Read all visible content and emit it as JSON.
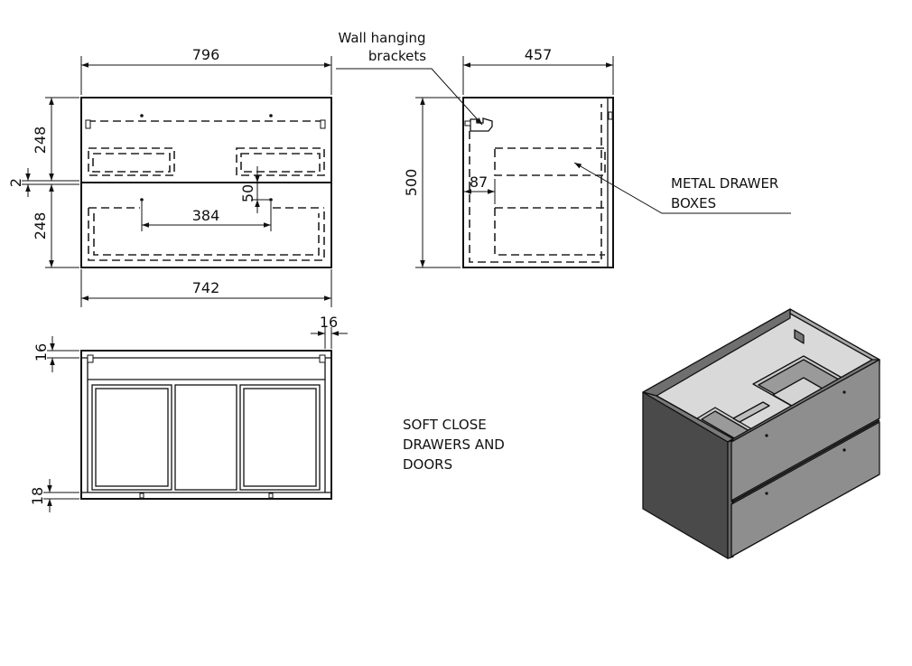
{
  "front_view": {
    "overall_width": "796",
    "inner_width": "742",
    "drawer_height_top": "248",
    "drawer_height_bottom": "248",
    "drawer_gap": "2",
    "handle_spacing": "384",
    "handle_offset": "50"
  },
  "side_view": {
    "depth": "457",
    "height": "500",
    "bracket_offset": "87"
  },
  "plan_view": {
    "top_thickness": "16",
    "side_thickness": "16",
    "base_thickness": "18"
  },
  "notes": {
    "brackets_line1": "Wall hanging",
    "brackets_line2": "brackets",
    "drawer_boxes_line1": "METAL DRAWER",
    "drawer_boxes_line2": "BOXES",
    "soft_close_line1": "SOFT CLOSE",
    "soft_close_line2": "DRAWERS AND",
    "soft_close_line3": "DOORS"
  },
  "colors": {
    "line": "#111111",
    "cabinet_dark": "#4a4a4a",
    "cabinet_mid": "#8e8e8e",
    "cabinet_light": "#a9a9a9"
  }
}
